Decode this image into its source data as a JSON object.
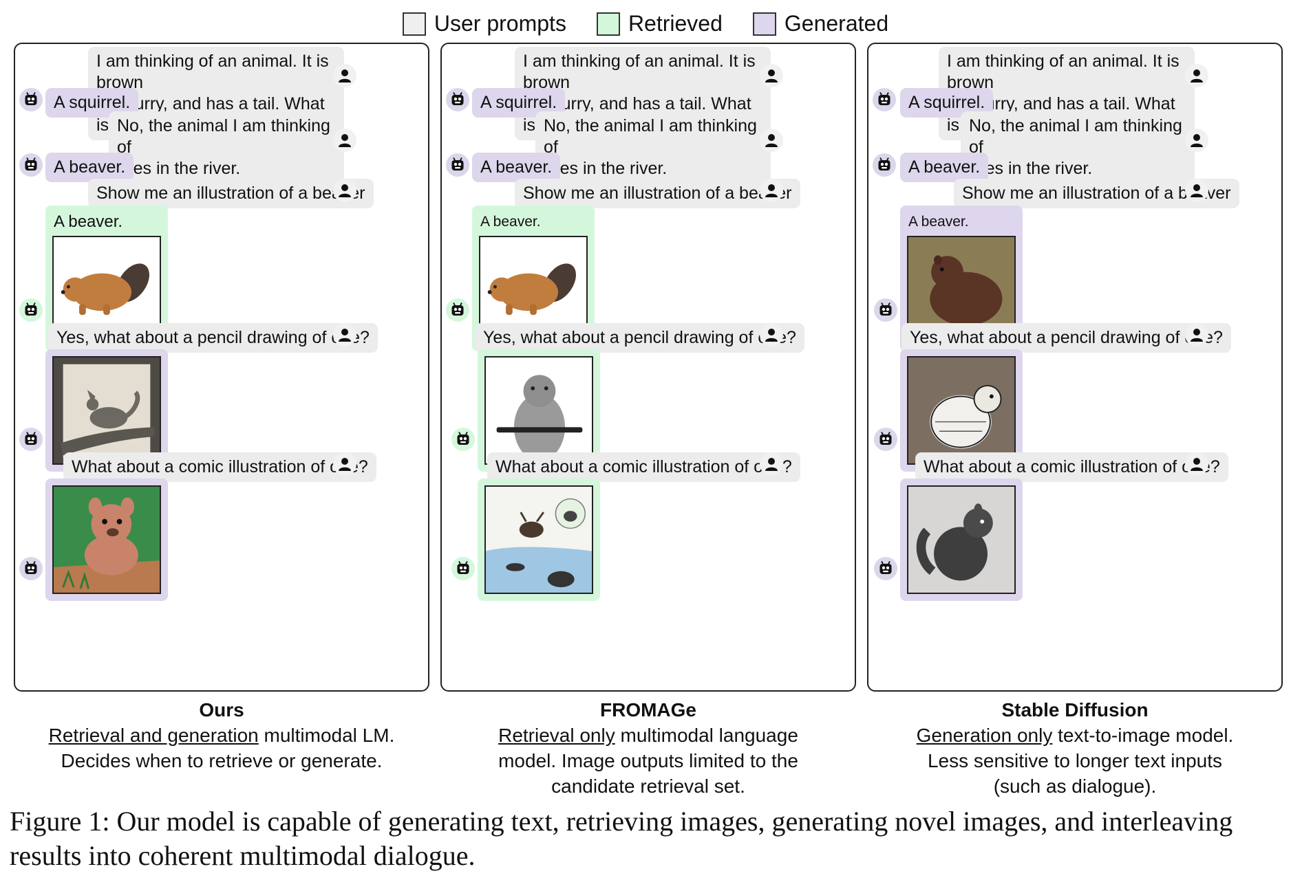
{
  "legend": [
    {
      "label": "User prompts",
      "color": "#efefef"
    },
    {
      "label": "Retrieved",
      "color": "#d4f7dc"
    },
    {
      "label": "Generated",
      "color": "#ddd6ec"
    }
  ],
  "colors": {
    "user": "#ececec",
    "retrieved": "#d4f7dc",
    "generated": "#ddd6ec"
  },
  "dialogue": {
    "u1": "I am thinking of an animal. It is brown\nand furry, and has a tail. What is it?",
    "b1": "A squirrel.",
    "u2": "No, the animal I am thinking of\nlives in the river.",
    "b2": "A beaver.",
    "u3": "Show me an illustration of a beaver",
    "b3_text": "A beaver.",
    "u4": "Yes, what about a pencil drawing of one?",
    "u5": "What about a comic illustration of one?"
  },
  "panels": [
    {
      "title": "Ours",
      "underlined": "Retrieval and generation",
      "rest1": " multimodal LM.",
      "rest2": "Decides when to retrieve or generate.",
      "rest3": ""
    },
    {
      "title": "FROMAGe",
      "underlined": "Retrieval only",
      "rest1": " multimodal language",
      "rest2": "model. Image outputs limited to the",
      "rest3": "candidate retrieval set."
    },
    {
      "title": "Stable Diffusion",
      "underlined": "Generation only",
      "rest1": " text-to-image model.",
      "rest2": "Less sensitive to longer text inputs",
      "rest3": "(such as dialogue)."
    }
  ],
  "figure_caption": "Figure 1: Our model is capable of generating text, retrieving images, generating novel images, and interleaving results into coherent multimodal dialogue."
}
